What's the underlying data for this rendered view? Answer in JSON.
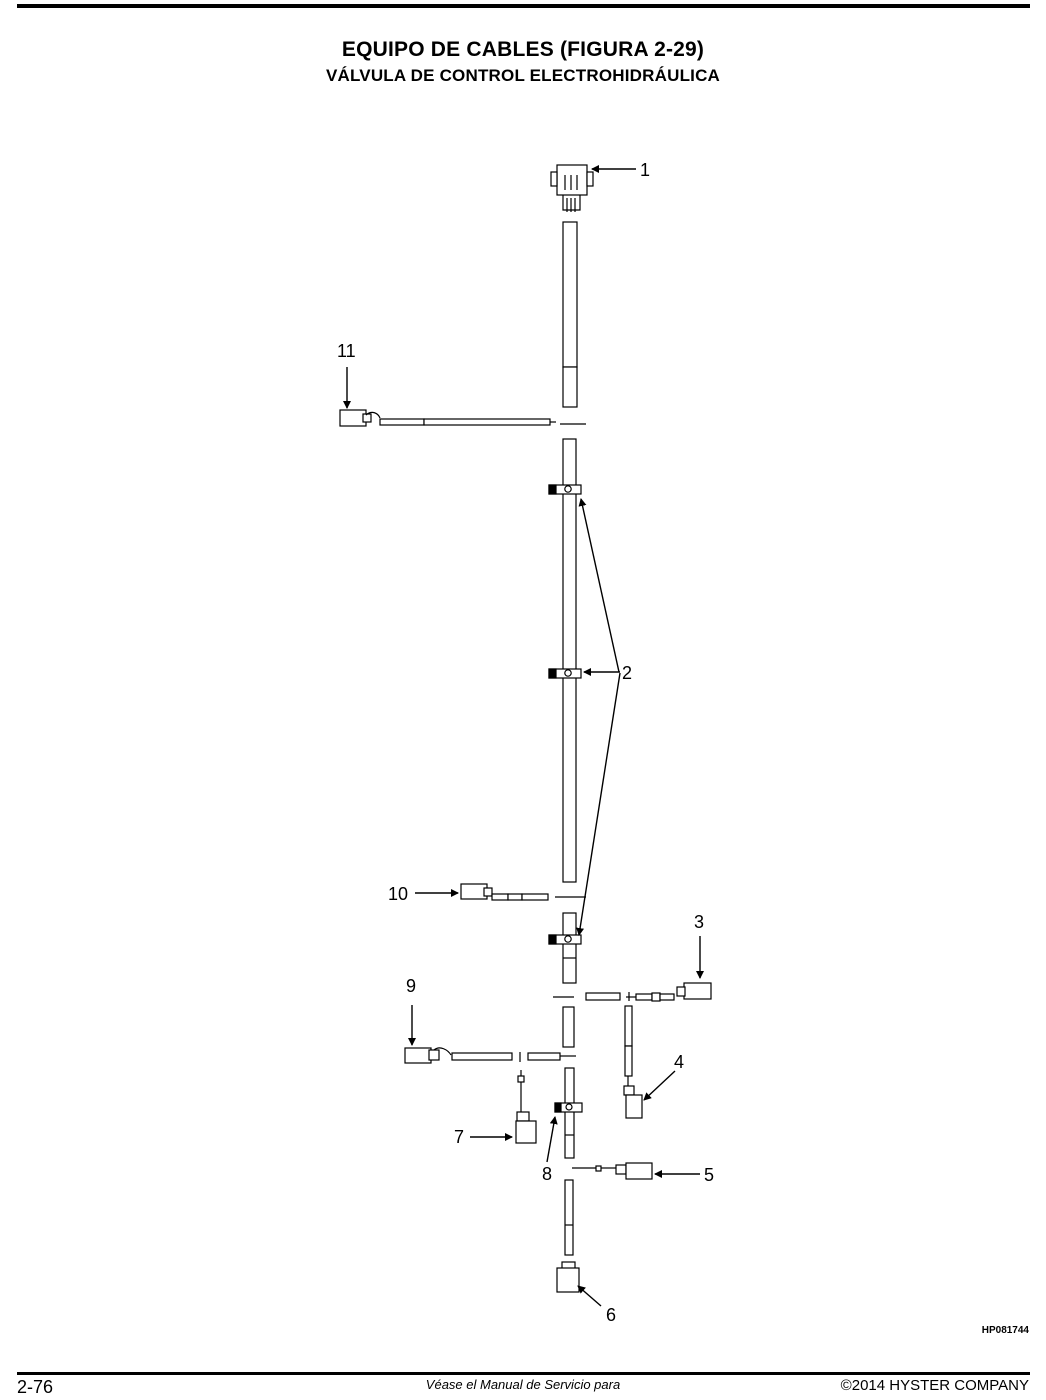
{
  "header": {
    "title": "EQUIPO DE CABLES (FIGURA 2-29)",
    "subtitle": "VÁLVULA DE CONTROL ELECTROHIDRÁULICA"
  },
  "diagram": {
    "callouts": [
      "1",
      "2",
      "3",
      "4",
      "5",
      "6",
      "7",
      "8",
      "9",
      "10",
      "11"
    ],
    "figure_code": "HP081744"
  },
  "footer": {
    "page_number": "2-76",
    "center_text": "Véase el Manual de Servicio para",
    "copyright": "©2014 HYSTER COMPANY"
  }
}
